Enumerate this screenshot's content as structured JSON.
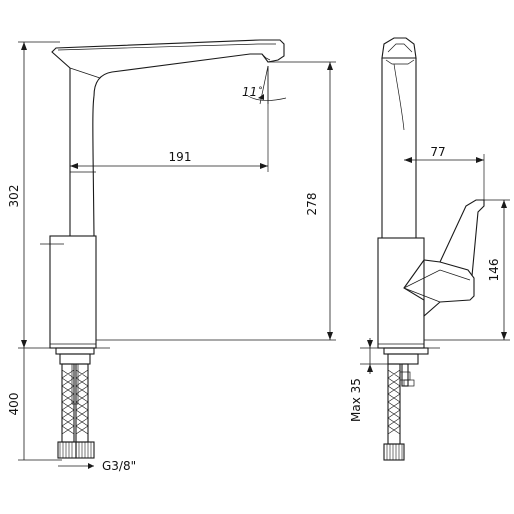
{
  "dimensions": {
    "overall_height": "302",
    "spout_reach": "191",
    "spout_height": "278",
    "spout_angle": "11",
    "spout_angle_unit": "°",
    "hose_length": "400",
    "connection_thread": "G3/8\"",
    "handle_offset": "77",
    "handle_height": "146",
    "max_deck_thickness": "Max 35"
  }
}
